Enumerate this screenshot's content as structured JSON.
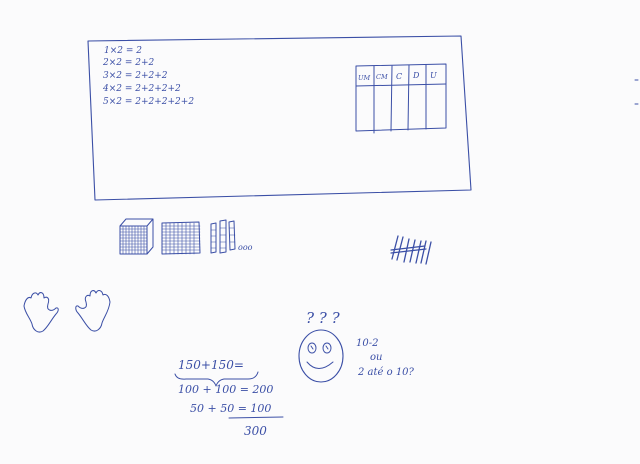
{
  "board": {
    "lines": [
      "1×2 = 2",
      "2×2 = 2+2",
      "3×2 = 2+2+2",
      "4×2 = 2+2+2+2",
      "5×2 = 2+2+2+2+2"
    ],
    "table_headers": [
      "UM",
      "CM",
      "C",
      "D",
      "U"
    ]
  },
  "blocks": {
    "dots": "ooo"
  },
  "face": {
    "question_marks": "? ? ?",
    "note_line1": "10-2",
    "note_line2": "ou",
    "note_line3": "2 até o 10?"
  },
  "math": {
    "top": "150+150=",
    "line1": "100 + 100 = 200",
    "line2": "50 + 50 = 100",
    "total": "300"
  }
}
